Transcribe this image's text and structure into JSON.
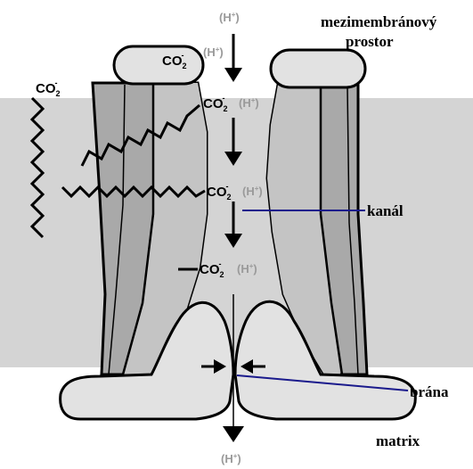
{
  "labels": {
    "intermembrane_line1": "mezimembránový",
    "intermembrane_line2": "prostor",
    "channel": "kanál",
    "gate": "brána",
    "matrix": "matrix"
  },
  "proton": {
    "open": "(H",
    "sup": "+",
    "close": ")"
  },
  "co2": {
    "base": "CO",
    "sub": "2",
    "sup": "-"
  },
  "colors": {
    "membrane": "#d4d4d4",
    "protein_light": "#e2e2e2",
    "protein_dark": "#a9a9a9",
    "proton_gray": "#9a9a9a",
    "leader_blue": "#1a1a8c",
    "stroke": "#000000"
  }
}
